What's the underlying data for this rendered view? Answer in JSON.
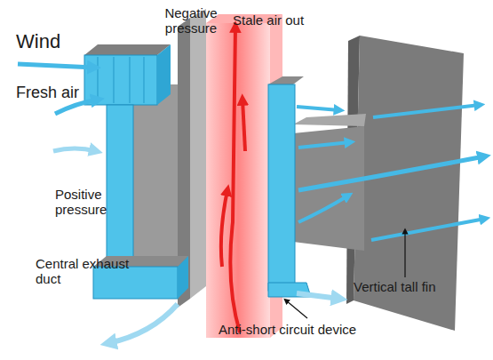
{
  "diagram": {
    "labels": [
      "Negative pressure",
      "Stale air out",
      "Wind",
      "Fresh air",
      "Positive pressure",
      "Central exhaust duct",
      "Vertical tall fin",
      "Anti-short circuit device"
    ]
  }
}
